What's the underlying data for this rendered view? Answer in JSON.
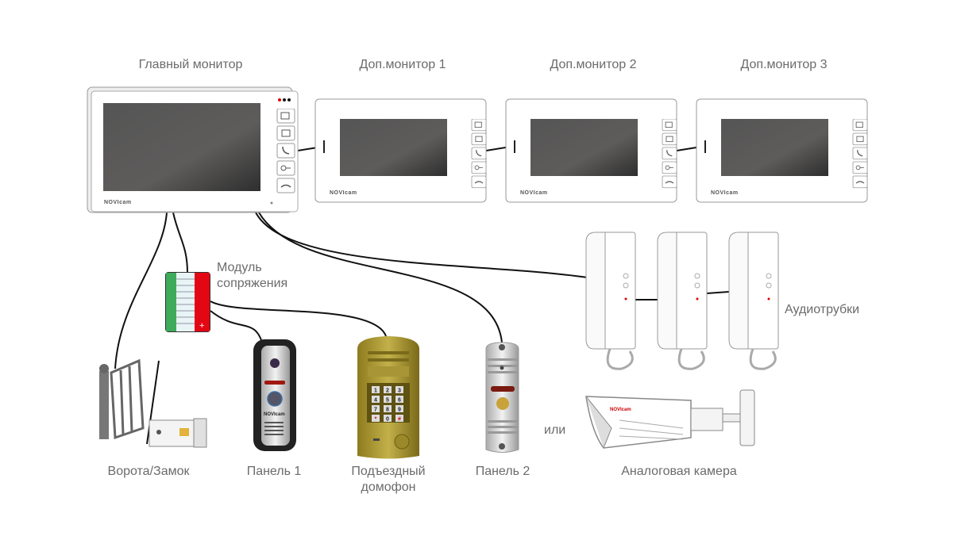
{
  "labels": {
    "main_monitor": "Главный монитор",
    "extra_monitor_1": "Доп.монитор 1",
    "extra_monitor_2": "Доп.монитор 2",
    "extra_monitor_3": "Доп.монитор 3",
    "module_line1": "Модуль",
    "module_line2": "сопряжения",
    "handsets": "Аудиотрубки",
    "gate_lock": "Ворота/Замок",
    "panel_1": "Панель 1",
    "entrance_line1": "Подъездный",
    "entrance_line2": "домофон",
    "panel_2": "Панель 2",
    "or": "или",
    "analog_camera": "Аналоговая камера"
  },
  "brand": "NOVIcam",
  "keypad": [
    "1",
    "2",
    "3",
    "4",
    "5",
    "6",
    "7",
    "8",
    "9",
    "*",
    "0",
    "#"
  ],
  "colors": {
    "module_red": "#e30613",
    "module_green": "#3daa5c",
    "brass": "#a8952e",
    "label": "#6b6b6b"
  }
}
